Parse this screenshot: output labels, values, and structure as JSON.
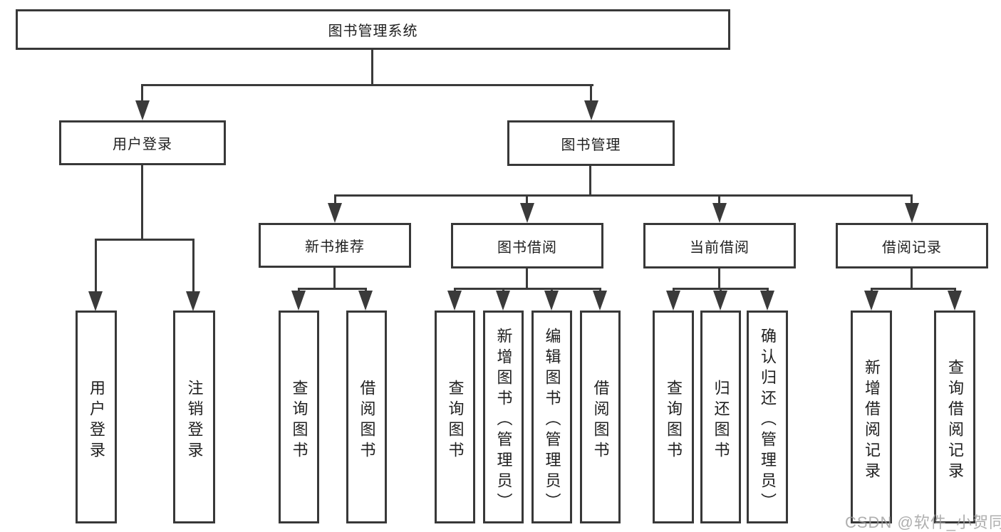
{
  "tree": {
    "root": "图书管理系统",
    "children": [
      {
        "label": "用户登录",
        "children": [
          "用户登录",
          "注销登录"
        ]
      },
      {
        "label": "图书管理",
        "children": [
          {
            "label": "新书推荐",
            "children": [
              "查询图书",
              "借阅图书"
            ]
          },
          {
            "label": "图书借阅",
            "children": [
              "查询图书",
              "新增图书（管理员）",
              "编辑图书（管理员）",
              "借阅图书"
            ]
          },
          {
            "label": "当前借阅",
            "children": [
              "查询图书",
              "归还图书",
              "确认归还（管理员）"
            ]
          },
          {
            "label": "借阅记录",
            "children": [
              "新增借阅记录",
              "查询借阅记录"
            ]
          }
        ]
      }
    ]
  },
  "watermark": "CSDN @软件_小贺同学",
  "colors": {
    "box_border": "#383838",
    "connector": "#3a3a3a",
    "text": "#1f1f1f",
    "watermark_gray": "#9b9b9b",
    "background": "#ffffff"
  }
}
